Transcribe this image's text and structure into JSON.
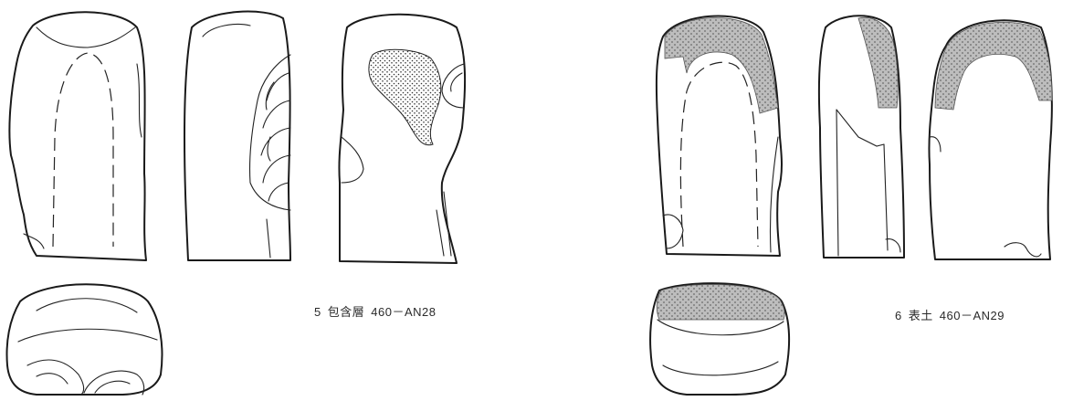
{
  "figure": {
    "artifact_5": {
      "number": "5",
      "context": "包含層",
      "catalog": "460－AN28"
    },
    "artifact_6": {
      "number": "6",
      "context": "表土",
      "catalog": "460－AN29"
    }
  },
  "style": {
    "ink": "#1a1a1a",
    "paper": "#ffffff",
    "cortex_tone": "#9a9a9a"
  }
}
